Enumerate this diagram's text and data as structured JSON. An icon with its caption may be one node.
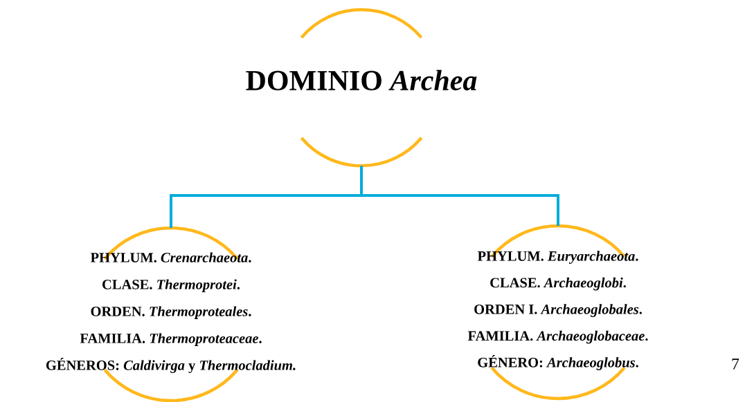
{
  "diagram": {
    "nodes": [
      {
        "text": [
          "DOMINIO  *Archea*"
        ]
      },
      {
        "text": [
          "PHYLUM. *Crenarchaeota*.",
          "CLASE. *Thermoprotei*.",
          "ORDEN. *Thermoproteales*.",
          "FAMILIA. *Thermoproteaceae*.",
          "GÉNEROS: *Caldivirga* y *Thermocladium.*"
        ]
      },
      {
        "text": [
          "PHYLUM. *Euryarchaeota*.",
          "CLASE. *Archaeoglobi*.",
          "ORDEN I. *Archaeoglobales*.",
          "FAMILIA. *Archaeoglobaceae*.",
          "GÉNERO: *Archaeoglobus*."
        ]
      }
    ],
    "edges": [
      {
        "from": 0,
        "to": 1,
        "arrow": "none"
      },
      {
        "from": 0,
        "to": 2,
        "arrow": "none"
      }
    ],
    "labels": [
      "7"
    ]
  }
}
